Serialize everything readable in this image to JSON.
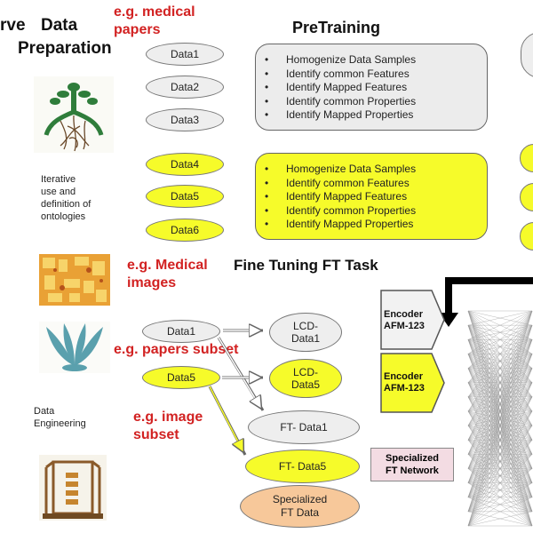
{
  "left": {
    "serve_label": "rve",
    "title_line1": "Data",
    "title_line2": "Preparation",
    "note_ontologies": "Iterative\nuse and\ndefinition of\nontologies",
    "note_engineering": "Data\nEngineering"
  },
  "annotations": {
    "medical_papers": "e.g. medical\npapers",
    "medical_images": "e.g. Medical\nimages",
    "papers_subset": "e.g. papers subset",
    "image_subset": "e.g. image\nsubset"
  },
  "pretraining": {
    "title": "PreTraining",
    "grey_items": [
      "Homogenize Data Samples",
      "Identify common Features",
      "Identify Mapped Features",
      "Identify common Properties",
      "Identify Mapped Properties"
    ],
    "yellow_items": [
      "Homogenize Data Samples",
      "Identify common Features",
      "Identify Mapped Features",
      "Identify common Properties",
      "Identify Mapped Properties"
    ]
  },
  "data_pills": {
    "grey": [
      "Data1",
      "Data2",
      "Data3"
    ],
    "yellow": [
      "Data4",
      "Data5",
      "Data6"
    ]
  },
  "fine_tuning": {
    "title": "Fine Tuning FT Task",
    "data1": "Data1",
    "data5": "Data5",
    "lcd_data1": "LCD-\nData1",
    "lcd_data5": "LCD-\nData5",
    "ft_data1": "FT- Data1",
    "ft_data5": "FT- Data5",
    "specialized_data": "Specialized\nFT Data",
    "encoder1": "Encoder\nAFM-123",
    "encoder2": "Encoder\nAFM-123",
    "specialized_network": "Specialized\nFT Network"
  },
  "colors": {
    "yellow": "#f6fb2a",
    "grey": "#eeeeee",
    "red_text": "#d22222",
    "orange": "#f7c89a",
    "pink": "#f3dce3"
  }
}
